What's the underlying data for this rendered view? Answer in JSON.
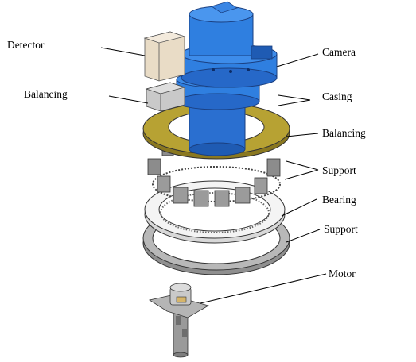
{
  "labels": {
    "detector": "Detector",
    "balancing_left": "Balancing",
    "camera": "Camera",
    "casing": "Casing",
    "balancing_right": "Balancing",
    "support_upper": "Support",
    "bearing": "Bearing",
    "support_lower": "Support",
    "motor": "Motor"
  },
  "colors": {
    "camera_blue": "#2f7fe0",
    "camera_blue_dark": "#1b5fc0",
    "balancing_ring": "#b09a2a",
    "support_grey": "#8a8a8a",
    "bearing_light": "#f2f2f2",
    "detector_beige": "#e9dcc6",
    "outline": "#000000"
  }
}
